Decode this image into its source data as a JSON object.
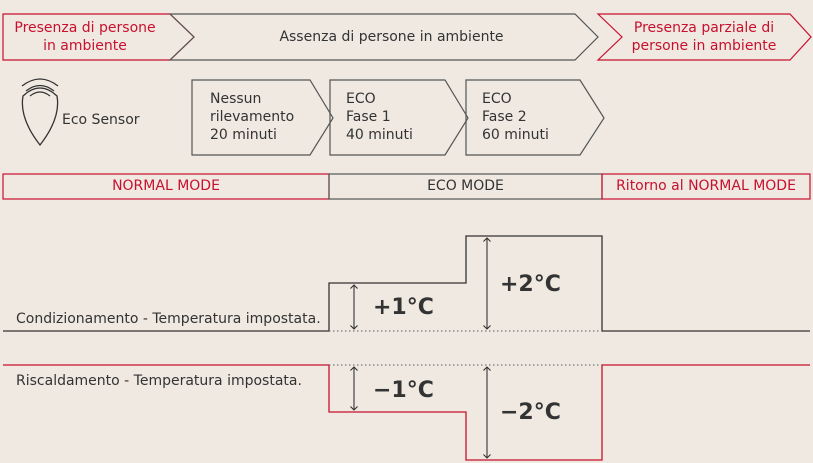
{
  "colors": {
    "background": "#efe9e1",
    "accent_red": "#c8102e",
    "ink": "#333333"
  },
  "presence": {
    "left": "Presenza di persone\nin ambiente",
    "middle": "Assenza di persone in ambiente",
    "right": "Presenza parziale di\npersone in ambiente"
  },
  "sensor": {
    "icon": "eco-sensor-icon",
    "label": "Eco Sensor"
  },
  "steps": [
    {
      "text": "Nessun\nrilevamento\n20 minuti"
    },
    {
      "text": "ECO\nFase 1\n40 minuti"
    },
    {
      "text": "ECO\nFase 2\n60 minuti"
    }
  ],
  "modes": {
    "normal": "NORMAL MODE",
    "eco": "ECO MODE",
    "return": "Ritorno al NORMAL MODE"
  },
  "cooling": {
    "label": "Condizionamento - Temperatura impostata.",
    "delta1": "+1°C",
    "delta2": "+2°C"
  },
  "heating": {
    "label": "Riscaldamento - Temperatura impostata.",
    "delta1": "−1°C",
    "delta2": "−2°C"
  }
}
